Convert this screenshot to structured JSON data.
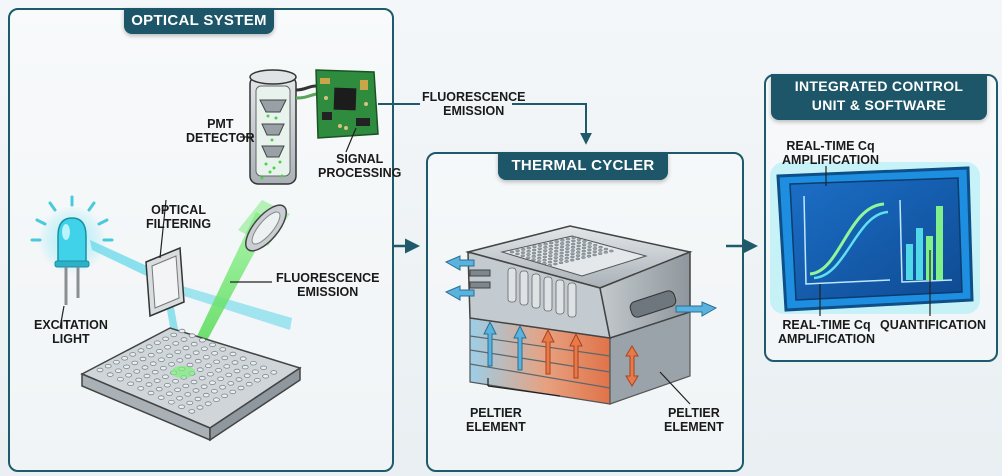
{
  "panels": {
    "optical": {
      "title": "OPTICAL SYSTEM"
    },
    "thermal": {
      "title": "THERMAL CYCLER"
    },
    "control": {
      "title_line1": "INTEGRATED CONTROL",
      "title_line2": "UNIT & SOFTWARE"
    }
  },
  "labels": {
    "pmt_line1": "PMT",
    "pmt_line2": "DETECTOR",
    "signal_line1": "SIGNAL",
    "signal_line2": "PROCESSING",
    "optical_filter_line1": "OPTICAL",
    "optical_filter_line2": "FILTERING",
    "fluor_inner_line1": "FLUORESCENCE",
    "fluor_inner_line2": "EMISSION",
    "excitation_line1": "EXCITATION",
    "excitation_line2": "LIGHT",
    "fluor_top_line1": "FLUORESCENCE",
    "fluor_top_line2": "EMISSION",
    "peltier_left_line1": "PELTIER",
    "peltier_left_line2": "ELEMENT",
    "peltier_right_line1": "PELTIER",
    "peltier_right_line2": "ELEMENT",
    "cq_top_line1": "REAL-TIME Cq",
    "cq_top_line2": "AMPLIFICATION",
    "cq_bottom_line1": "REAL-TIME Cq",
    "cq_bottom_line2": "AMPLIFICATION",
    "quant": "QUANTIFICATION"
  },
  "colors": {
    "panel_border": "#1f5a6a",
    "title_bg": "#1d5668",
    "beam_blue": "#5fd6e6",
    "beam_green": "#5ee35e",
    "screen_blue": "#1e8fe0",
    "hot_orange": "#e87a4a",
    "cold_blue": "#5ab2de"
  }
}
